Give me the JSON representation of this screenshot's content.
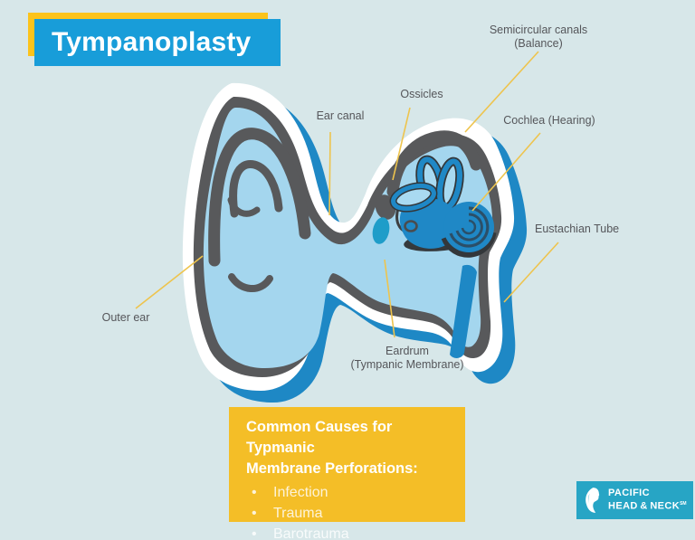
{
  "title": {
    "text": "Tympanoplasty"
  },
  "diagram": {
    "labels": {
      "semicircular": {
        "line1": "Semicircular canals",
        "line2": "(Balance)"
      },
      "ossicles": {
        "text": "Ossicles"
      },
      "cochlea": {
        "text": "Cochlea (Hearing)"
      },
      "ear_canal": {
        "text": "Ear canal"
      },
      "eustachian": {
        "text": "Eustachian Tube"
      },
      "outer_ear": {
        "text": "Outer ear"
      },
      "eardrum": {
        "line1": "Eardrum",
        "line2": "(Tympanic Membrane)"
      }
    }
  },
  "causes_box": {
    "heading_line1": "Common Causes for Typmanic",
    "heading_line2": "Membrane Perforations:",
    "items": [
      "Infection",
      "Trauma",
      "Barotrauma"
    ]
  },
  "logo": {
    "line1": "PACIFIC",
    "line2": "HEAD & NECK",
    "mark": "SM"
  },
  "colors": {
    "background": "#d7e7e9",
    "banner_blue": "#189dd9",
    "brand_yellow": "#fcc31b",
    "causes_yellow": "#f4be27",
    "ear_shadow_blue": "#1e88c5",
    "ear_light_blue": "#a4d6ee",
    "outline_gray": "#58595b",
    "eardrum_teal": "#1e9dc9",
    "label_gray": "#55565a",
    "logo_teal": "#27a5c5",
    "leader_line_yellow": "#eec44d"
  }
}
